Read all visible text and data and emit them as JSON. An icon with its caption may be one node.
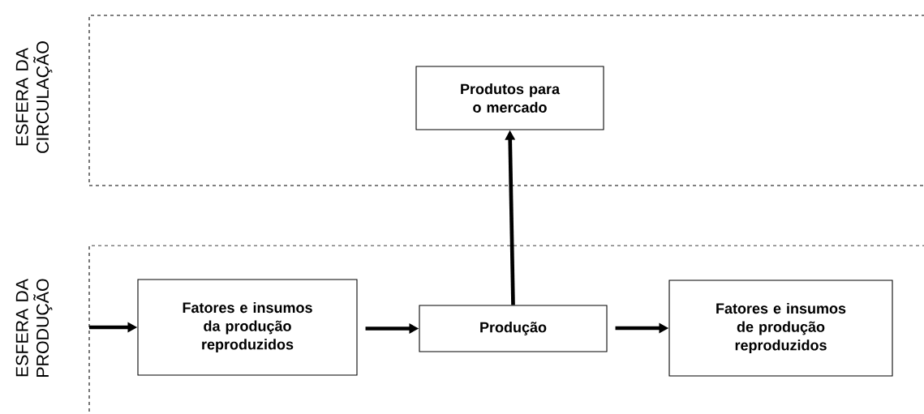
{
  "diagram": {
    "nodes": [
      {
        "text": [
          "ESFERA DA CIRCULAÇÃO"
        ]
      },
      {
        "text": [
          "Produtos para o mercado"
        ],
        "in": 0
      },
      {
        "text": [
          "ESFERA DA PRODUÇÃO"
        ]
      },
      {
        "text": [
          "Fatores e insumos da produção reproduzidos"
        ],
        "in": 2
      },
      {
        "text": [
          "Produção"
        ],
        "in": 2
      },
      {
        "text": [
          "Fatores e insumos de produção reproduzidos"
        ],
        "in": 2
      }
    ],
    "edges": [
      {
        "from": null,
        "to": 3,
        "arrow": "to"
      },
      {
        "from": 3,
        "to": 4,
        "arrow": "to"
      },
      {
        "from": 4,
        "to": 1,
        "arrow": "to"
      },
      {
        "from": 4,
        "to": 5,
        "arrow": "to"
      }
    ]
  }
}
